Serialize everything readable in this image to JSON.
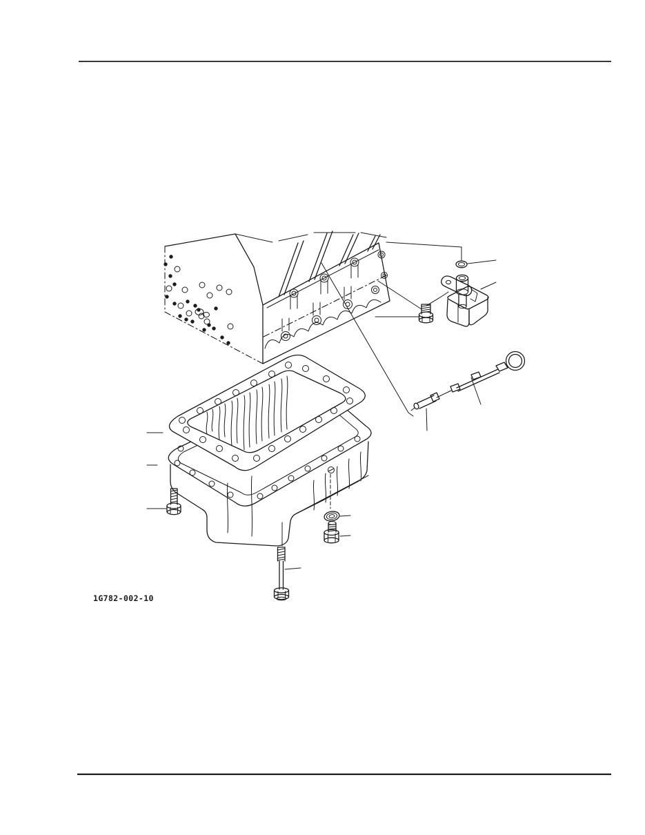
{
  "colors": {
    "ink": "#1b1b1b",
    "paper": "#ffffff"
  },
  "figure": {
    "code": "1G782-002-10"
  },
  "parts": [
    {
      "id": "engine-block"
    },
    {
      "id": "oil-pan-gasket"
    },
    {
      "id": "oil-pan"
    },
    {
      "id": "o-ring"
    },
    {
      "id": "dipstick-guide-fitting"
    },
    {
      "id": "mount-block"
    },
    {
      "id": "fitting-bolt"
    },
    {
      "id": "dipstick"
    },
    {
      "id": "flange-bolt"
    },
    {
      "id": "sealing-washer"
    },
    {
      "id": "drain-plug"
    },
    {
      "id": "drain-bolt"
    }
  ]
}
